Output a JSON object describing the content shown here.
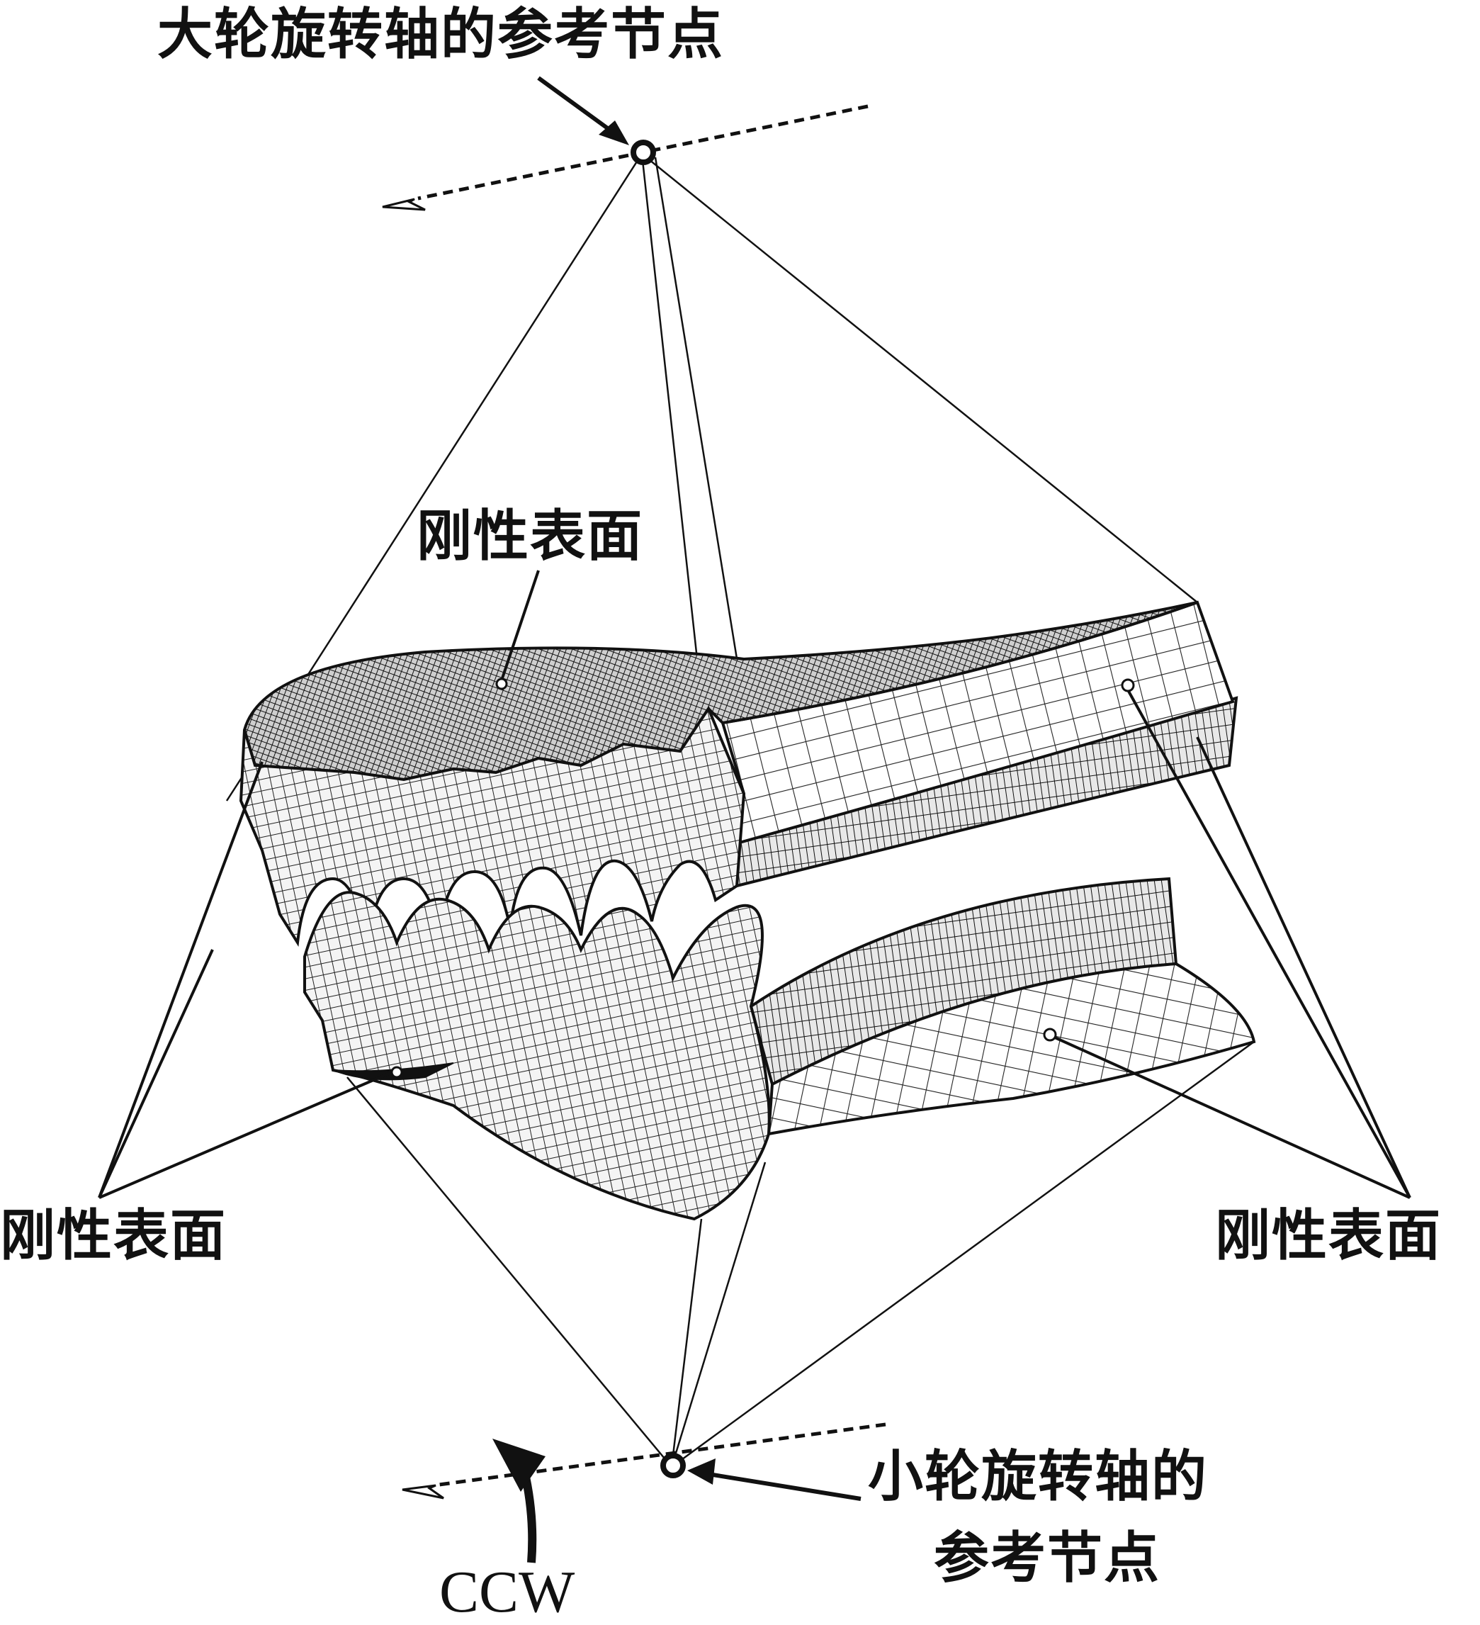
{
  "labels": {
    "gear_ref_node": "大轮旋转轴的参考节点",
    "rigid_surface_top": "刚性表面",
    "rigid_surface_left": "刚性表面",
    "rigid_surface_right": "刚性表面",
    "pinion_ref_node_line1": "小轮旋转轴的",
    "pinion_ref_node_line2": "参考节点",
    "rotation_direction": "CCW"
  },
  "colors": {
    "ink": "#111111",
    "background": "#ffffff",
    "mesh_fill": "#f2f2f2",
    "mesh_dark": "#1a1a1a"
  }
}
